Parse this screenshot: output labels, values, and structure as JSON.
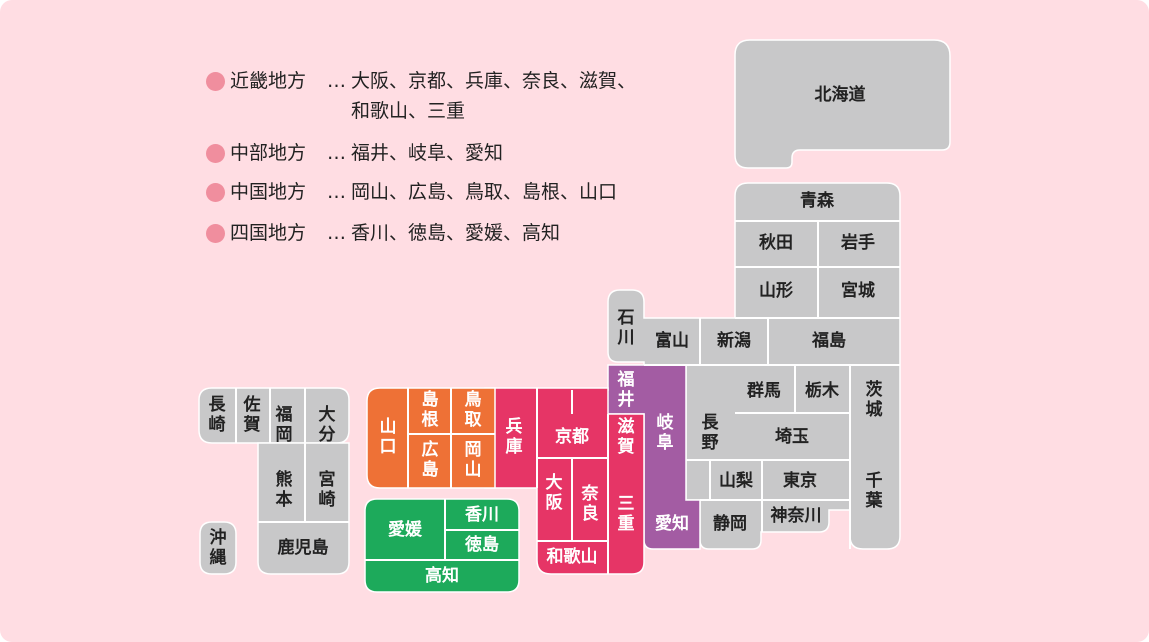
{
  "colors": {
    "background": "#ffdde3",
    "legend_dot": "#f08e9e",
    "default_prefecture": "#c8c8c9",
    "kinki": "#e63566",
    "chubu_highlight": "#a35ca3",
    "chugoku": "#ee7136",
    "shikoku": "#1daa5b"
  },
  "legend": [
    {
      "region": "近畿地方",
      "sep": "…",
      "line1": "大阪、京都、兵庫、奈良、滋賀、",
      "line2": "和歌山、三重"
    },
    {
      "region": "中部地方",
      "sep": "…",
      "line1": "福井、岐阜、愛知"
    },
    {
      "region": "中国地方",
      "sep": "…",
      "line1": "岡山、広島、鳥取、島根、山口"
    },
    {
      "region": "四国地方",
      "sep": "…",
      "line1": "香川、徳島、愛媛、高知"
    }
  ],
  "prefectures": {
    "hokkaido": "北海道",
    "aomori": "青森",
    "akita": "秋田",
    "iwate": "岩手",
    "yamagata": "山形",
    "miyagi": "宮城",
    "ishikawa": "石川",
    "toyama": "富山",
    "niigata": "新潟",
    "fukushima": "福島",
    "fukui": "福井",
    "gifu": "岐阜",
    "nagano": "長野",
    "gunma": "群馬",
    "tochigi": "栃木",
    "ibaraki": "茨城",
    "saitama": "埼玉",
    "yamanashi": "山梨",
    "tokyo": "東京",
    "chiba": "千葉",
    "aichi": "愛知",
    "shizuoka": "静岡",
    "kanagawa": "神奈川",
    "kyoto": "京都",
    "shiga": "滋賀",
    "hyogo": "兵庫",
    "osaka": "大阪",
    "nara": "奈良",
    "mie": "三重",
    "wakayama": "和歌山",
    "yamaguchi": "山口",
    "shimane": "島根",
    "tottori": "鳥取",
    "hiroshima": "広島",
    "okayama": "岡山",
    "ehime": "愛媛",
    "kagawa": "香川",
    "tokushima": "徳島",
    "kochi": "高知",
    "nagasaki": "長崎",
    "saga": "佐賀",
    "fukuoka": "福岡",
    "oita": "大分",
    "kumamoto": "熊本",
    "miyazaki": "宮崎",
    "kagoshima": "鹿児島",
    "okinawa": "沖縄"
  }
}
